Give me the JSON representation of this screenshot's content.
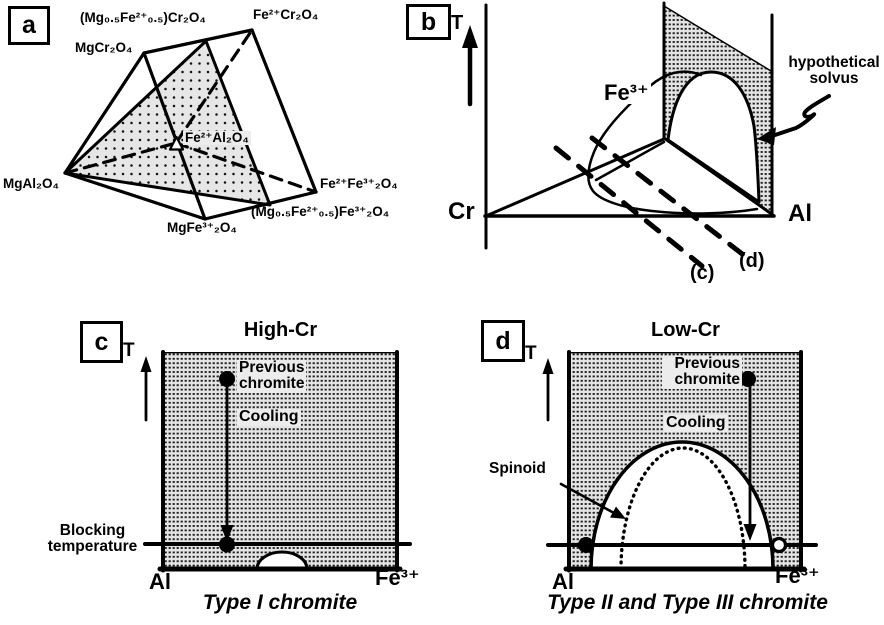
{
  "colors": {
    "ink": "#000000",
    "stipple_bg": "#e4e4e4",
    "paper": "#ffffff"
  },
  "panels": {
    "a": {
      "letter": "a",
      "formulas": {
        "mg_half_cr": "(Mg₀.₅Fe²⁺₀.₅)Cr₂O₄",
        "fe_cr": "Fe²⁺Cr₂O₄",
        "mg_cr": "MgCr₂O₄",
        "mg_al": "MgAl₂O₄",
        "fe_al": "Fe²⁺Al₂O₄",
        "fe_fe": "Fe²⁺Fe³⁺₂O₄",
        "mg_half_fe": "(Mg₀.₅Fe²⁺₀.₅)Fe³⁺₂O₄",
        "mg_fe": "MgFe³⁺₂O₄"
      }
    },
    "b": {
      "letter": "b",
      "temperature_axis": "T",
      "cr_apex": "Cr",
      "al_apex": "Al",
      "fe3_apex": "Fe³⁺",
      "solvus_note_1": "hypothetical",
      "solvus_note_2": "solvus",
      "section_c": "(c)",
      "section_d": "(d)"
    },
    "c": {
      "letter": "c",
      "title": "High-Cr",
      "temperature_axis": "T",
      "previous_1": "Previous",
      "previous_2": "chromite",
      "cooling": "Cooling",
      "blocking_1": "Blocking",
      "blocking_2": "temperature",
      "al_end": "Al",
      "fe3_end": "Fe³⁺",
      "caption": "Type I chromite"
    },
    "d": {
      "letter": "d",
      "title": "Low-Cr",
      "temperature_axis": "T",
      "previous_1": "Previous",
      "previous_2": "chromite",
      "cooling": "Cooling",
      "spinodal_label": "Spinoid",
      "al_end": "Al",
      "fe3_end": "Fe³⁺",
      "caption": "Type II and Type III chromite"
    }
  }
}
